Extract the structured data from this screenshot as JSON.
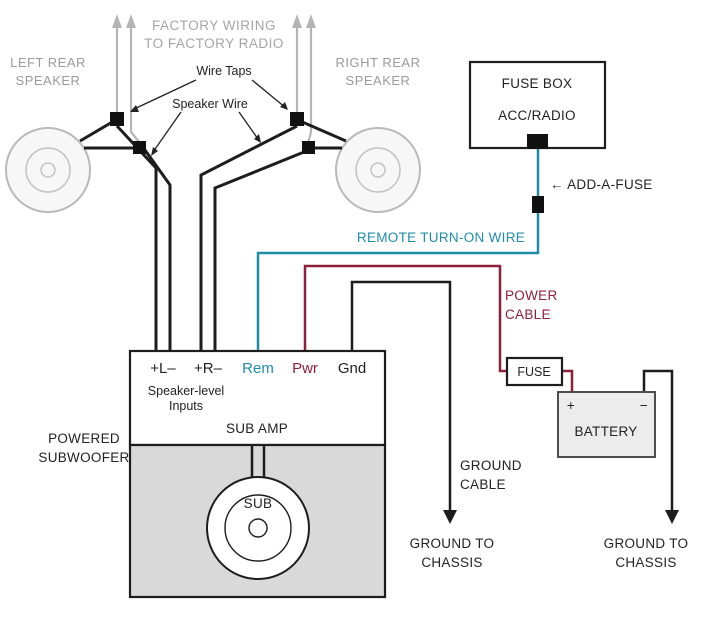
{
  "colors": {
    "teal": "#1f8da8",
    "maroon": "#8e1f3a",
    "gray_text": "#9b9b9b",
    "gray_wire": "#b5b5b5",
    "black_wire": "#1d1d1d",
    "sub_enclosure_fill": "#d9d9d9",
    "battery_fill": "#ececec"
  },
  "factory": {
    "wiring_label_line1": "FACTORY WIRING",
    "wiring_label_line2": "TO FACTORY RADIO",
    "left_speaker_line1": "LEFT REAR",
    "left_speaker_line2": "SPEAKER",
    "right_speaker_line1": "RIGHT REAR",
    "right_speaker_line2": "SPEAKER",
    "wire_taps_label": "Wire Taps",
    "speaker_wire_label": "Speaker Wire"
  },
  "fuse_box": {
    "title": "FUSE BOX",
    "slot_label": "ACC/RADIO",
    "add_a_fuse_label": "← ADD-A-FUSE"
  },
  "remote": {
    "label": "REMOTE TURN-ON WIRE"
  },
  "power": {
    "cable_label_line1": "POWER",
    "cable_label_line2": "CABLE",
    "inline_fuse_label": "FUSE",
    "battery_label": "BATTERY",
    "battery_plus": "+",
    "battery_minus": "−"
  },
  "amp": {
    "terminal_speaker_left": "+L–",
    "terminal_speaker_right": "+R–",
    "terminal_remote": "Rem",
    "terminal_power": "Pwr",
    "terminal_ground": "Gnd",
    "inputs_label_line1": "Speaker-level",
    "inputs_label_line2": "Inputs",
    "name": "SUB AMP",
    "enclosure_label_line1": "POWERED",
    "enclosure_label_line2": "SUBWOOFER",
    "sub_label": "SUB"
  },
  "ground": {
    "cable_label_line1": "GROUND",
    "cable_label_line2": "CABLE",
    "chassis_label_line1": "GROUND TO",
    "chassis_label_line2": "CHASSIS"
  }
}
